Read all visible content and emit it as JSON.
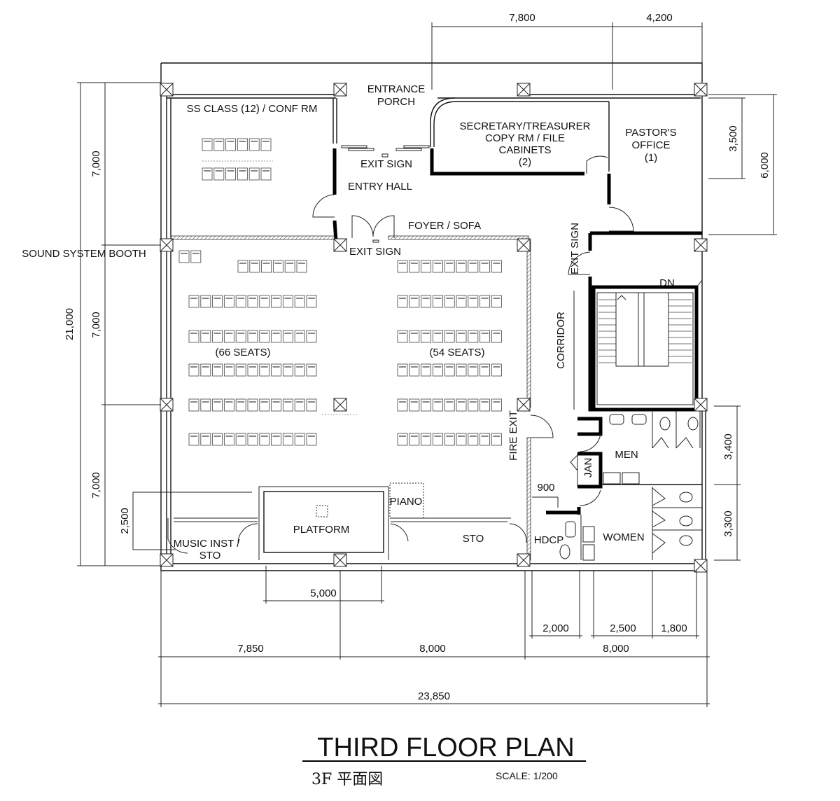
{
  "title": "THIRD FLOOR PLAN",
  "subtitle": "3F 平面図",
  "scale": "SCALE: 1/200",
  "rooms": {
    "ss_class": "SS CLASS (12) / CONF RM",
    "entrance": [
      "ENTRANCE",
      "PORCH"
    ],
    "secretary": [
      "SECRETARY/TREASURER",
      "COPY RM / FILE",
      "CABINETS",
      "(2)"
    ],
    "pastor": [
      "PASTOR'S",
      "OFFICE",
      "(1)"
    ],
    "exit_sign_1": "EXIT SIGN",
    "entry_hall": "ENTRY HALL",
    "foyer": "FOYER / SOFA",
    "exit_sign_2": "EXIT SIGN",
    "exit_sign_3": "EXIT SIGN",
    "sound_booth": "SOUND SYSTEM  BOOTH",
    "dn": "DN",
    "corridor": "CORRIDOR",
    "seats_left": "(66 SEATS)",
    "seats_right": "(54 SEATS)",
    "fire_exit": "FIRE EXIT",
    "men": "MEN",
    "jan": "JAN",
    "women": "WOMEN",
    "hdcp": "HDCP",
    "platform": "PLATFORM",
    "piano": "PIANO",
    "sto": "STO",
    "music": [
      "MUSIC INST /",
      "STO"
    ]
  },
  "dimensions": {
    "top": [
      "7,800",
      "4,200"
    ],
    "left_total": "21,000",
    "left": [
      "7,000",
      "7,000",
      "7,000"
    ],
    "left_platform": "2,500",
    "right_office": [
      "3,500",
      "6,000"
    ],
    "right_toilets": [
      "3,400",
      "3,300"
    ],
    "door_width": "900",
    "platform_width": "5,000",
    "bottom_small": [
      "2,000",
      "2,500",
      "1,800"
    ],
    "bottom_bays": [
      "7,850",
      "8,000",
      "8,000"
    ],
    "bottom_total": "23,850"
  }
}
